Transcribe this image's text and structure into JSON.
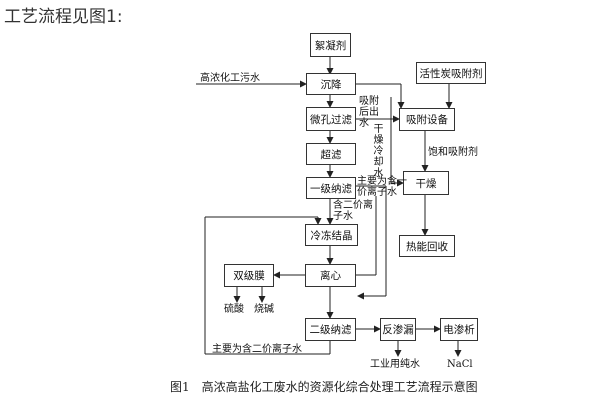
{
  "heading": "工艺流程见图1:",
  "boxes": {
    "flocculant": "絮凝剂",
    "sedimentation": "沉降",
    "activated_carbon_adsorbent": "活性炭吸附剂",
    "microfiltration": "微孔过滤",
    "adsorption_equipment": "吸附设备",
    "ultrafiltration": "超滤",
    "primary_nanofiltration": "一级纳滤",
    "drying": "干燥",
    "freeze_crystallization": "冷冻结晶",
    "heat_recovery": "热能回收",
    "bipolar_membrane": "双级膜",
    "centrifuge": "离心",
    "secondary_nanofiltration": "二级纳滤",
    "reverse_osmosis": "反渗漏",
    "electrodialysis": "电渗析"
  },
  "labels": {
    "high_conc_wastewater": "高浓化工污水",
    "post_adsorption_water": "吸附后出水",
    "dry_cooling_water": "干燥冷却水",
    "saturated_adsorbent": "饱和吸附剂",
    "mainly_monovalent": "主要为含一价离子水",
    "contains_divalent": "含二价离子水",
    "sulfuric_acid": "硫酸",
    "caustic_soda": "烧碱",
    "mainly_divalent": "主要为含二价离子水",
    "industrial_pure_water": "工业用纯水",
    "nacl": "NaCl"
  },
  "caption": "图1　高浓高盐化工废水的资源化综合处理工艺流程示意图"
}
